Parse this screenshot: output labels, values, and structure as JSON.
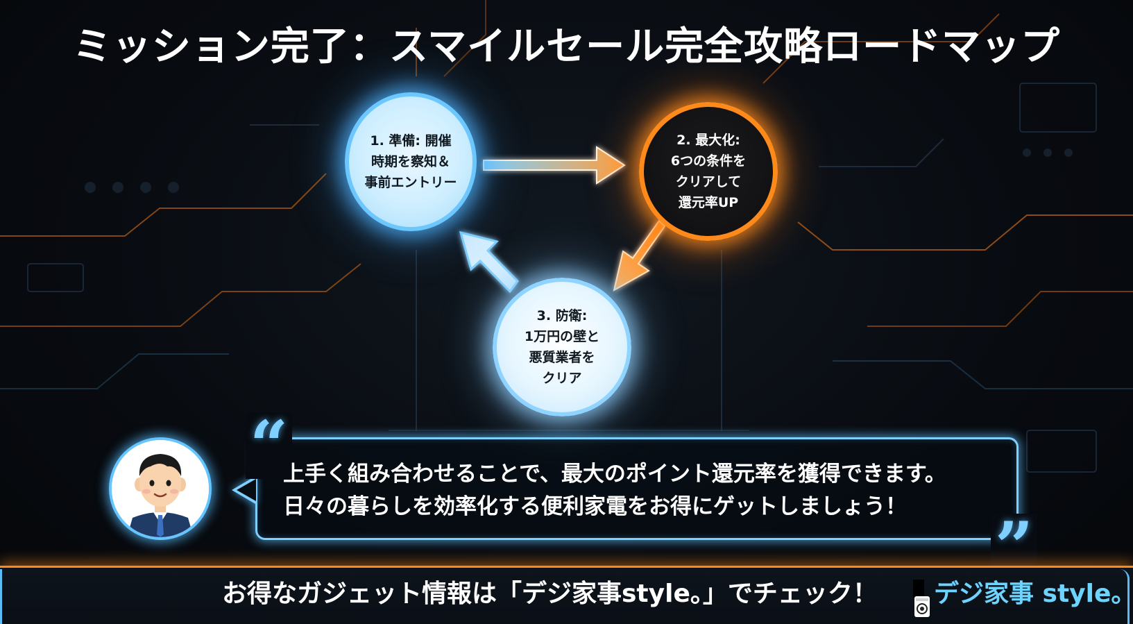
{
  "slide": {
    "title": "ミッション完了：スマイルセール完全攻略ロードマップ"
  },
  "roadmap": {
    "steps": [
      {
        "label": "1. 準備: 開催\n時期を察知＆\n事前エントリー",
        "color": "#6cc7ff"
      },
      {
        "label": "2. 最大化:\n6つの条件を\nクリアして\n還元率UP",
        "color": "#ff8a1c"
      },
      {
        "label": "3. 防衛:\n1万円の壁と\n悪質業者を\nクリア",
        "color": "#8fd4ff"
      }
    ]
  },
  "speech": {
    "quote_open": "“",
    "quote_close": "”",
    "line1": "上手く組み合わせることで、最大のポイント還元率を獲得できます。",
    "line2": "日々の暮らしを効率化する便利家電をお得にゲットしましょう！"
  },
  "avatar": {
    "icon": "businessman-avatar-icon"
  },
  "footer": {
    "text": "お得なガジェット情報は「デジ家事style。」でチェック！",
    "brand": "デジ家事 style。",
    "brand_icon": "washing-machine-icon",
    "accent_color": "#ff8a1c",
    "brand_color": "#6dd3ff"
  }
}
